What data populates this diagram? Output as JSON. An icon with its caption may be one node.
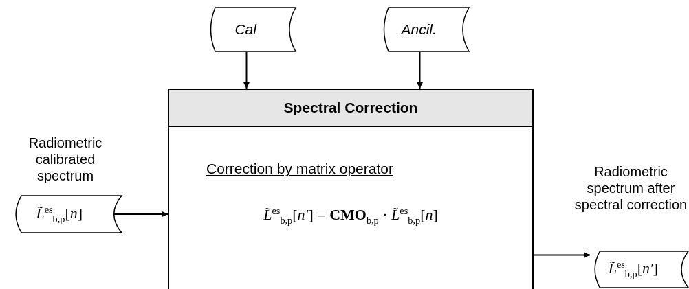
{
  "diagram": {
    "nodes": [
      {
        "text": [
          "Cal"
        ]
      },
      {
        "text": [
          "Ancil."
        ]
      },
      {
        "text": [
          "Spectral Correction",
          "Correction by matrix operator",
          "*L̃*$^{es}$$_{b,p}$[*n′*] = **CMO**$_{b,p}$ · *L̃*$^{es}$$_{b,p}$[*n*]"
        ]
      },
      {
        "text": [
          "*L̃*$^{es}$$_{b,p}$[*n*]"
        ],
        "beside": [
          "Radiometric calibrated spectrum"
        ]
      },
      {
        "text": [
          "*L̃*$^{es}$$_{b,p}$[*n′*]"
        ],
        "beside": [
          "Radiometric spectrum after spectral correction"
        ]
      }
    ],
    "edges": [
      {
        "from": 0,
        "to": 2,
        "arrow": "to"
      },
      {
        "from": 1,
        "to": 2,
        "arrow": "to"
      },
      {
        "from": 3,
        "to": 2,
        "arrow": "to"
      },
      {
        "from": 2,
        "to": 4,
        "arrow": "to"
      }
    ]
  }
}
